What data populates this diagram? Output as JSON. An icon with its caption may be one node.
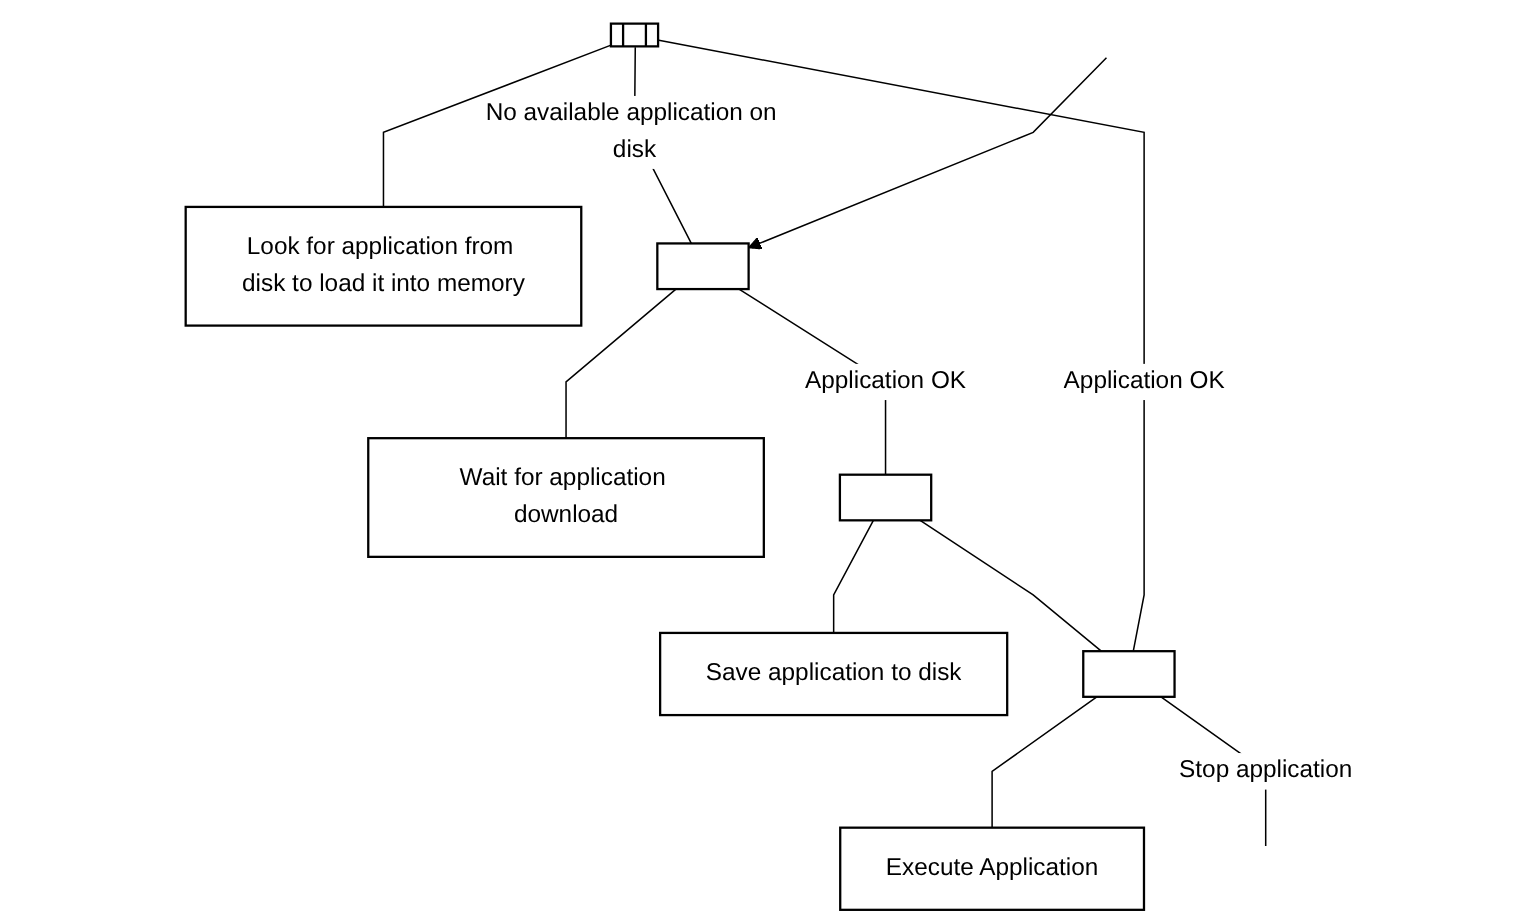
{
  "diagram": {
    "nodes": [
      {
        "text": [],
        "shape": "box"
      },
      {
        "text": [
          "Look for application from disk to load it into memory"
        ]
      },
      {
        "text": [],
        "shape": "box"
      },
      {
        "text": [
          "Wait for application download"
        ]
      },
      {
        "text": [],
        "shape": "box"
      },
      {
        "text": [
          "Save application to disk"
        ]
      },
      {
        "text": [],
        "shape": "box"
      },
      {
        "text": [
          "Execute Application"
        ]
      }
    ],
    "edges": [
      {
        "from": 0,
        "to": 1,
        "arrow": "none"
      },
      {
        "from": 0,
        "to": 2,
        "label": "No available application on disk",
        "arrow": "none"
      },
      {
        "from": 2,
        "to": 3,
        "arrow": "none"
      },
      {
        "from": 2,
        "to": 4,
        "label": "Application OK",
        "arrow": "none"
      },
      {
        "from": 4,
        "to": 5,
        "arrow": "none"
      },
      {
        "from": 4,
        "to": 6,
        "arrow": "none"
      },
      {
        "from": 0,
        "to": 6,
        "label": "Application OK",
        "arrow": "none"
      },
      {
        "from": 6,
        "to": 7,
        "arrow": "none"
      },
      {
        "from": 6,
        "to": null,
        "label": "Stop application",
        "arrow": "none"
      },
      {
        "from": null,
        "to": 2,
        "arrow": "to"
      }
    ]
  }
}
